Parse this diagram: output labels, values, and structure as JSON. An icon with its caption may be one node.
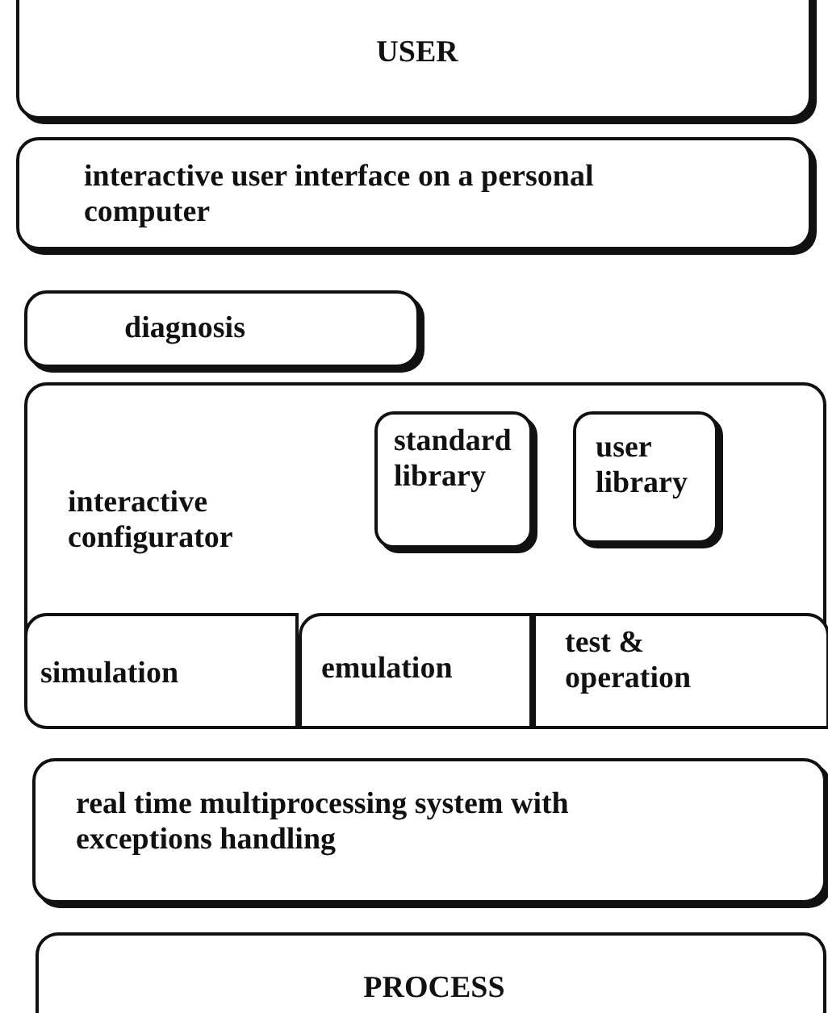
{
  "diagram": {
    "nodes": [
      {
        "text": [
          "USER"
        ]
      },
      {
        "text": [
          "interactive user interface on a personal computer"
        ]
      },
      {
        "text": [
          "diagnosis"
        ]
      },
      {
        "text": [
          "interactive configurator"
        ]
      },
      {
        "text": [
          "standard library"
        ],
        "in": 3
      },
      {
        "text": [
          "user library"
        ],
        "in": 3
      },
      {
        "text": [
          "simulation"
        ],
        "in": 3
      },
      {
        "text": [
          "emulation"
        ],
        "in": 3
      },
      {
        "text": [
          "test & operation"
        ],
        "in": 3
      },
      {
        "text": [
          "real time multiprocessing system with exceptions handling"
        ]
      },
      {
        "text": [
          "PROCESS"
        ]
      }
    ]
  }
}
